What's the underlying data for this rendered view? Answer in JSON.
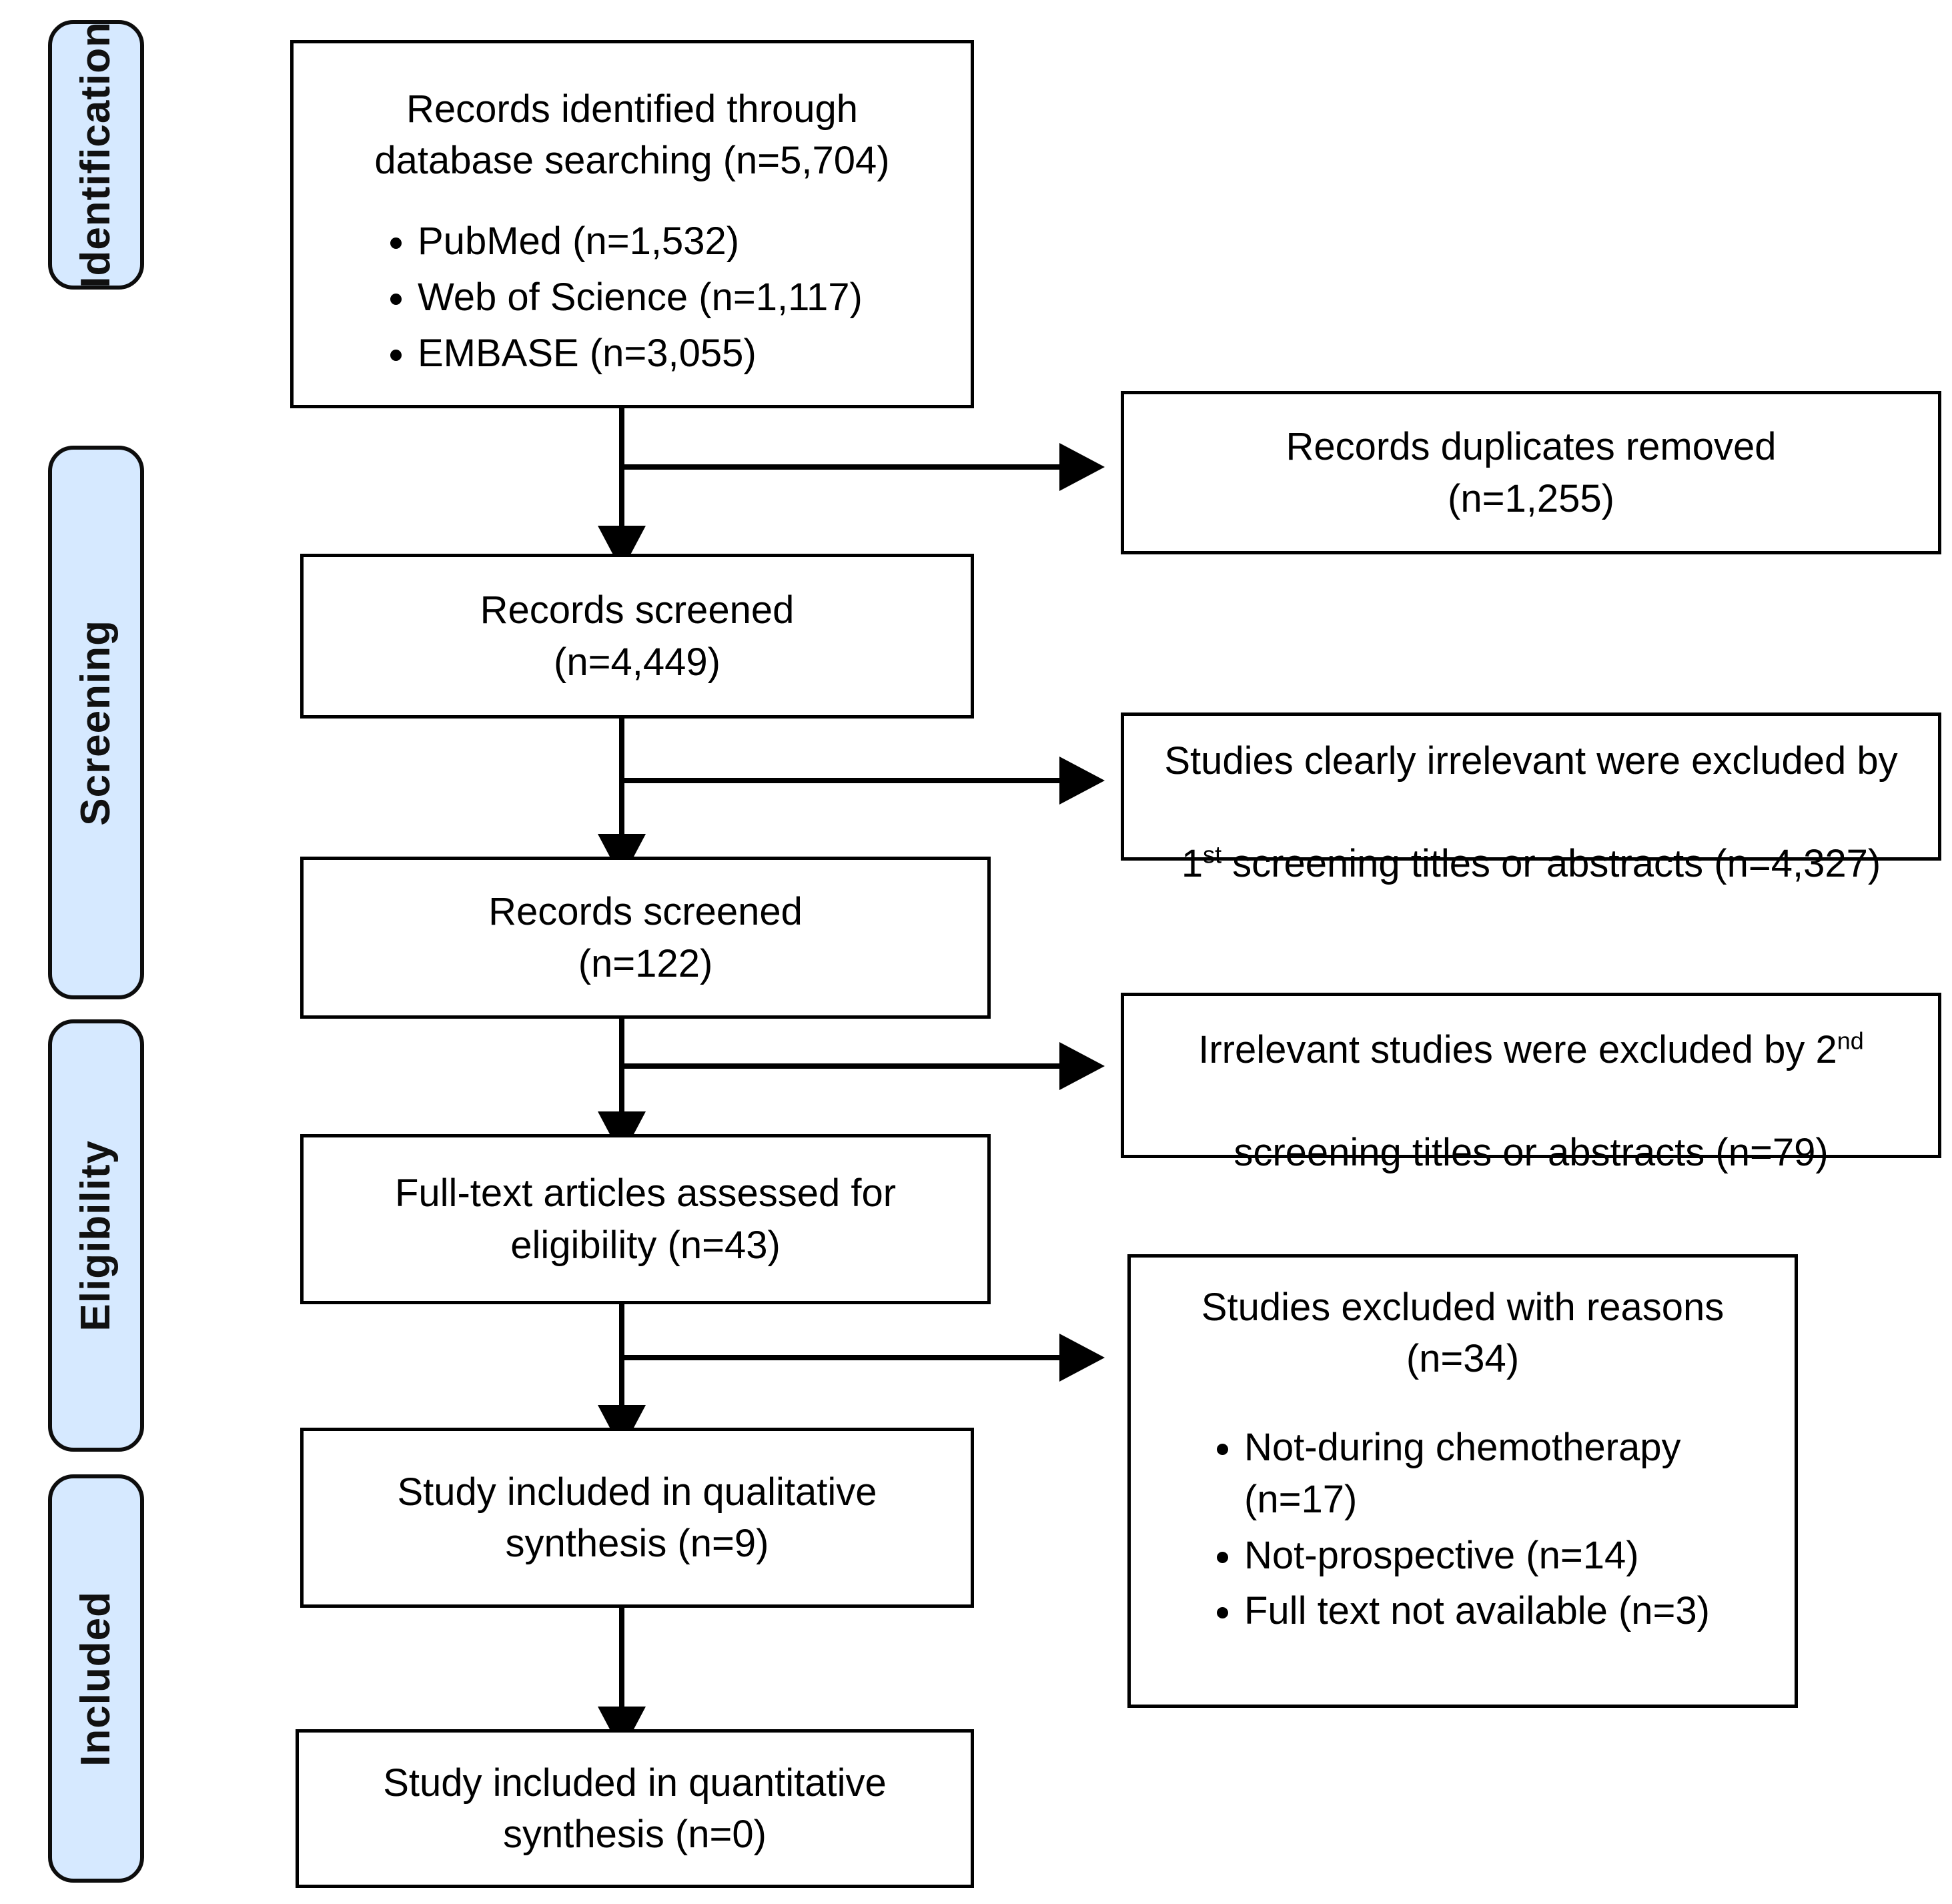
{
  "diagram": {
    "type": "prisma-flow-diagram",
    "stages": [
      {
        "id": "identification",
        "label": "Identification"
      },
      {
        "id": "screening",
        "label": "Screening"
      },
      {
        "id": "eligibility",
        "label": "Eligibility"
      },
      {
        "id": "included",
        "label": "Included"
      }
    ],
    "main_boxes": [
      {
        "id": "records-identified",
        "title": "Records identified through\ndatabase searching (n=5,704)",
        "items": [
          "PubMed (n=1,532)",
          "Web of Science (n=1,117)",
          "EMBASE (n=3,055)"
        ]
      },
      {
        "id": "records-screened-1",
        "title": "Records screened\n(n=4,449)",
        "items": []
      },
      {
        "id": "records-screened-2",
        "title": "Records screened\n(n=122)",
        "items": []
      },
      {
        "id": "full-text-assessed",
        "title": "Full-text articles assessed for\neligibility (n=43)",
        "items": []
      },
      {
        "id": "qualitative-synthesis",
        "title": "Study included in qualitative\nsynthesis (n=9)",
        "items": []
      },
      {
        "id": "quantitative-synthesis",
        "title": "Study included in quantitative\nsynthesis (n=0)",
        "items": []
      }
    ],
    "side_boxes": [
      {
        "id": "duplicates-removed",
        "title": "Records duplicates removed\n(n=1,255)",
        "items": []
      },
      {
        "id": "excluded-first-screening",
        "title_parts": [
          "Studies clearly irrelevant were excluded by",
          "1",
          "st",
          " screening titles or abstracts (n=4,327)"
        ],
        "items": []
      },
      {
        "id": "excluded-second-screening",
        "title_parts": [
          "Irrelevant studies were excluded by 2",
          "nd",
          "screening titles or abstracts (n=79)"
        ],
        "items": []
      },
      {
        "id": "excluded-with-reasons",
        "title": "Studies excluded with reasons\n(n=34)",
        "items": [
          "Not-during chemotherapy (n=17)",
          "Not-prospective (n=14)",
          "Full text not available (n=3)"
        ]
      }
    ],
    "colors": {
      "stage_fill": "#d6e9ff",
      "stage_border": "#0d0d0d",
      "box_border": "#000000",
      "text": "#000000",
      "background": "#ffffff"
    }
  }
}
